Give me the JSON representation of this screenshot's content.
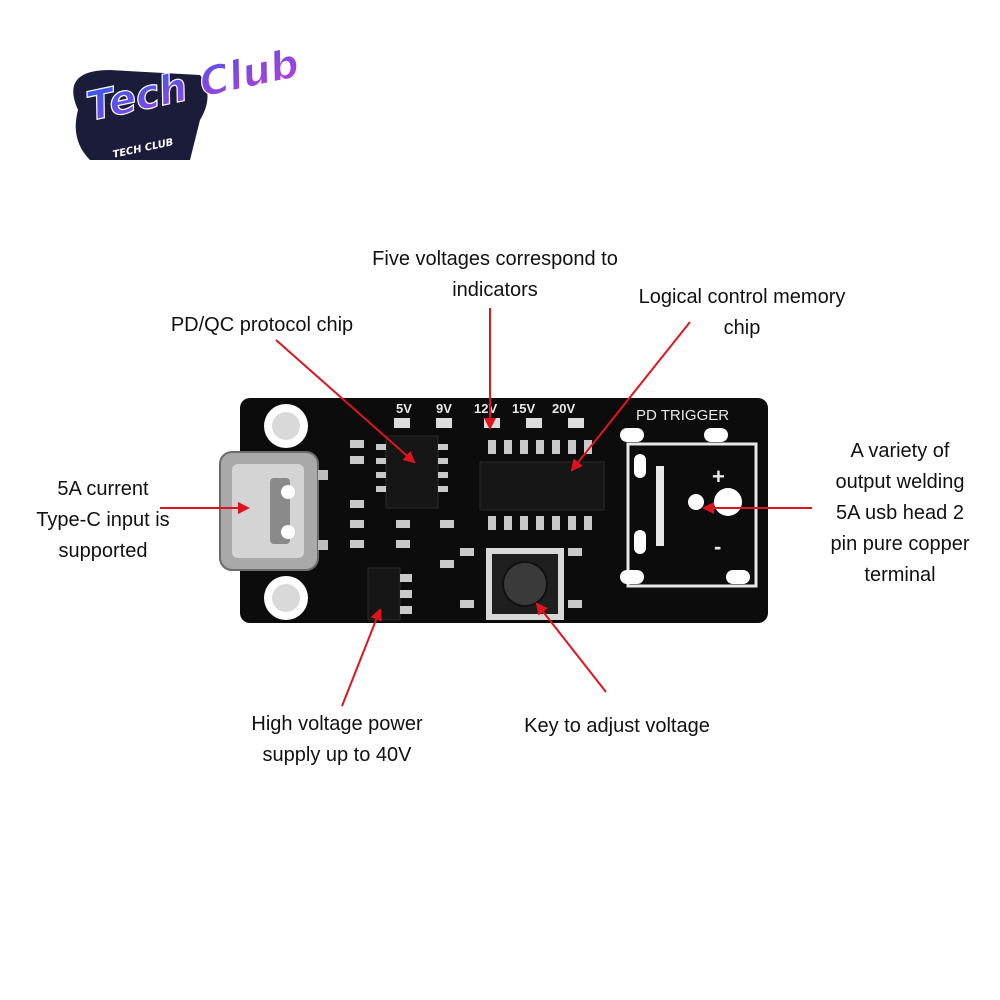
{
  "logo": {
    "script_text": "Tech Club",
    "sub_text": "TECH CLUB",
    "colors": {
      "start": "#2a5cf2",
      "end": "#c23bd6",
      "outline": "#1b1b3a"
    }
  },
  "board": {
    "silkscreen_title": "PD TRIGGER",
    "voltage_labels": [
      "5V",
      "9V",
      "12V",
      "15V",
      "20V"
    ],
    "colors": {
      "pcb": "#0c0c0c",
      "silk": "#e8e8e8",
      "pad": "#c9c9c9",
      "chip": "#161616"
    }
  },
  "annotations": {
    "voltages": {
      "lines": [
        "Five voltages correspond to",
        "indicators"
      ]
    },
    "protocol_chip": {
      "lines": [
        "PD/QC protocol chip"
      ]
    },
    "memory_chip": {
      "lines": [
        "Logical control memory",
        "chip"
      ]
    },
    "type_c": {
      "lines": [
        "5A current",
        "Type-C input is",
        "supported"
      ]
    },
    "terminal": {
      "lines": [
        "A variety of",
        "output welding",
        "5A usb head 2",
        "pin pure copper",
        "terminal"
      ]
    },
    "power_supply": {
      "lines": [
        "High voltage power",
        "supply up to 40V"
      ]
    },
    "key": {
      "lines": [
        "Key to adjust voltage"
      ]
    }
  },
  "arrow_color": "#e0141e"
}
